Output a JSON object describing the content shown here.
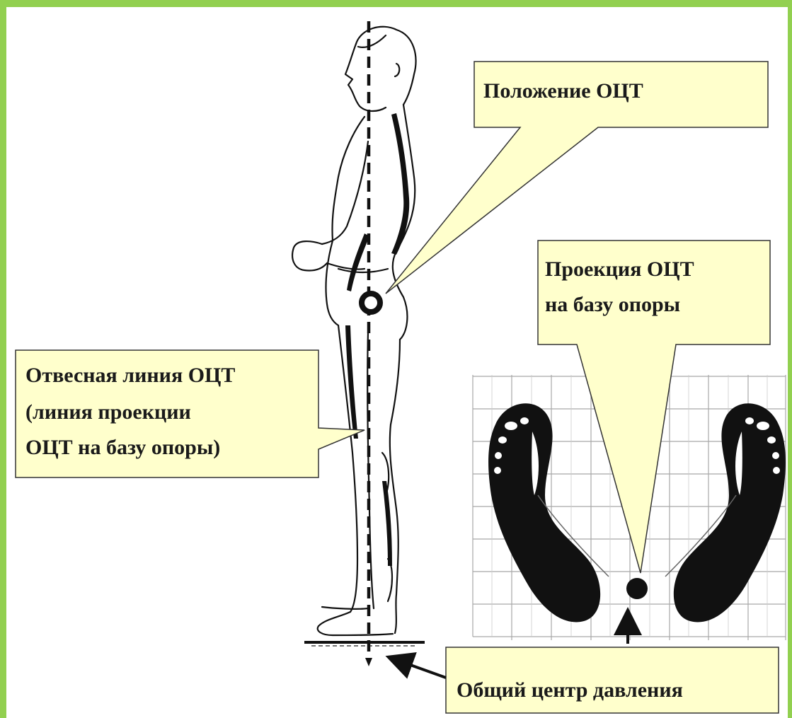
{
  "callouts": {
    "ocg_position": {
      "line1": "Положение ОЦТ"
    },
    "ocg_projection": {
      "line1": "Проекция ОЦТ",
      "line2": "на базу опоры"
    },
    "plumb_line": {
      "line1": "Отвесная линия ОЦТ",
      "line2": "(линия проекции",
      "line3": "ОЦТ на базу опоры)"
    },
    "center_of_pressure": {
      "line1": "Общий центр давления"
    }
  },
  "colors": {
    "frame": "#92d050",
    "callout_fill": "#ffffcc",
    "ink": "#111111",
    "grid": "#9a9a9a"
  }
}
